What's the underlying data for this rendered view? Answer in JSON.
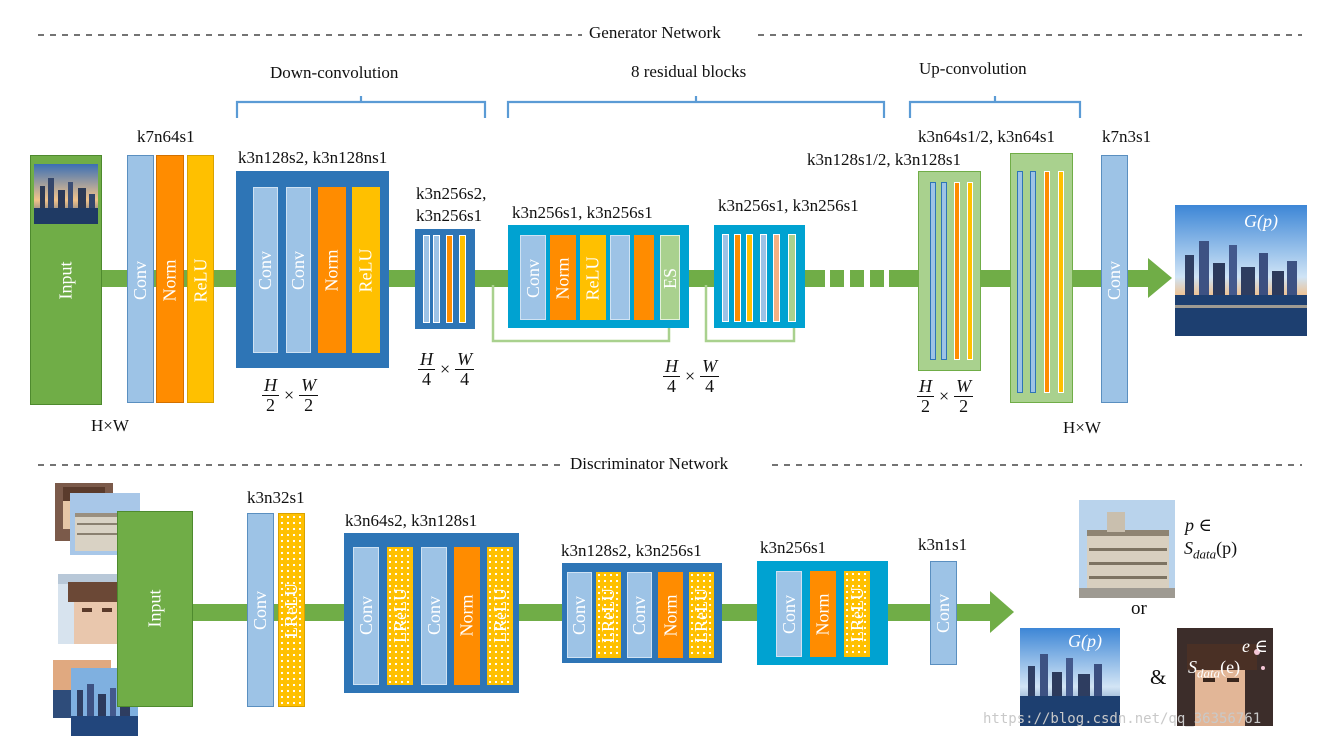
{
  "generator": {
    "title": "Generator Network",
    "groups": {
      "down": "Down-convolution",
      "residual": "8 residual blocks",
      "up": "Up-convolution"
    },
    "input_label": "Input",
    "input_size": "H×W",
    "output_size": "H×W",
    "output_math": "G(p)",
    "layers": {
      "conv": "Conv",
      "norm": "Norm",
      "relu": "ReLU",
      "es": "ES"
    },
    "kernels": {
      "k7n64s1": "k7n64s1",
      "k3n128s2_k3n128ns1": "k3n128s2, k3n128ns1",
      "k3n256s2_a": "k3n256s2,",
      "k3n256s1_b": "k3n256s1",
      "res1": "k3n256s1,  k3n256s1",
      "res2": "k3n256s1,  k3n256s1",
      "up1": "k3n128s1/2, k3n128s1",
      "up2": "k3n64s1/2, k3n64s1",
      "k7n3s1": "k7n3s1"
    },
    "fractions": {
      "half": {
        "n1": "H",
        "d1": "2",
        "n2": "W",
        "d2": "2"
      },
      "quarter": {
        "n1": "H",
        "d1": "4",
        "n2": "W",
        "d2": "4"
      },
      "times": "×"
    }
  },
  "discriminator": {
    "title": "Discriminator  Network",
    "input_label": "Input",
    "layers": {
      "conv": "Conv",
      "lrelu": "LReLU",
      "norm": "Norm"
    },
    "kernels": {
      "k3n32s1": "k3n32s1",
      "k3n64s2_k3n128s1": "k3n64s2, k3n128s1",
      "k3n128s2_k3n256s1": "k3n128s2, k3n256s1",
      "k3n256s1": "k3n256s1",
      "k3n1s1": "k3n1s1"
    },
    "outputs": {
      "p_in": "p ∈",
      "s_data_p": "S",
      "s_data_p_sub": "data",
      "s_data_p_arg": "(p)",
      "or": "or",
      "gp": "G(p)",
      "amp": "&",
      "e_in": "e ∈",
      "s_data_e": "S",
      "s_data_e_sub": "data",
      "s_data_e_arg": "(e)"
    }
  },
  "watermark": "https://blog.csdn.net/qq_36356761",
  "colors": {
    "green": "#70ad47",
    "green_light": "#a9d18e",
    "blue_dark": "#2e75b6",
    "blue_light": "#9dc3e6",
    "orange": "#ff8c00",
    "gold": "#ffc000",
    "cyan": "#00a2d1",
    "bracket": "#5b9bd5",
    "skip": "#a9d18e"
  }
}
